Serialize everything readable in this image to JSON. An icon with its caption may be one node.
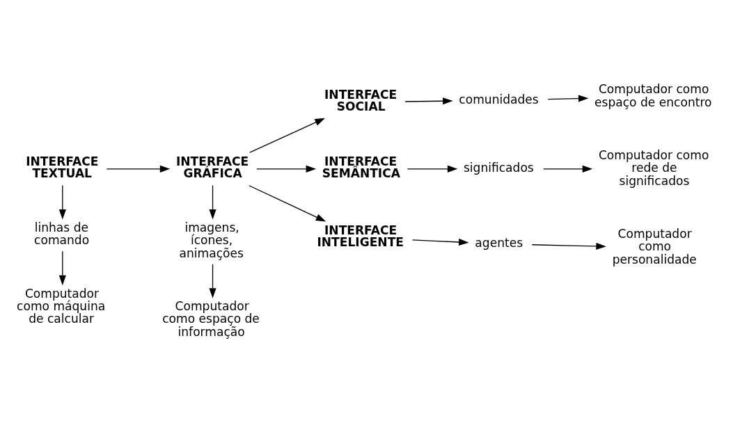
{
  "diagram": {
    "nodes": [
      {
        "text": [
          "INTERFACE TEXTUAL"
        ]
      },
      {
        "text": [
          "INTERFACE GRÁFICA"
        ]
      },
      {
        "text": [
          "INTERFACE SOCIAL"
        ]
      },
      {
        "text": [
          "comunidades"
        ]
      },
      {
        "text": [
          "Computador como espaço de encontro"
        ]
      },
      {
        "text": [
          "INTERFACE SEMÂNTICA"
        ]
      },
      {
        "text": [
          "significados"
        ]
      },
      {
        "text": [
          "Computador como rede de significados"
        ]
      },
      {
        "text": [
          "INTERFACE INTELIGENTE"
        ]
      },
      {
        "text": [
          "agentes"
        ]
      },
      {
        "text": [
          "Computador como personalidade"
        ]
      },
      {
        "text": [
          "linhas de comando"
        ]
      },
      {
        "text": [
          "imagens, ícones, animações"
        ]
      },
      {
        "text": [
          "Computador como máquina de calcular"
        ]
      },
      {
        "text": [
          "Computador como espaço de informação"
        ]
      }
    ],
    "edges": [
      {
        "from": 0,
        "to": 1,
        "arrow": "to"
      },
      {
        "from": 1,
        "to": 2,
        "arrow": "to"
      },
      {
        "from": 1,
        "to": 5,
        "arrow": "to"
      },
      {
        "from": 1,
        "to": 8,
        "arrow": "to"
      },
      {
        "from": 2,
        "to": 3,
        "arrow": "to"
      },
      {
        "from": 3,
        "to": 4,
        "arrow": "to"
      },
      {
        "from": 5,
        "to": 6,
        "arrow": "to"
      },
      {
        "from": 6,
        "to": 7,
        "arrow": "to"
      },
      {
        "from": 8,
        "to": 9,
        "arrow": "to"
      },
      {
        "from": 9,
        "to": 10,
        "arrow": "to"
      },
      {
        "from": 0,
        "to": 11,
        "arrow": "to"
      },
      {
        "from": 11,
        "to": 13,
        "arrow": "to"
      },
      {
        "from": 1,
        "to": 12,
        "arrow": "to"
      },
      {
        "from": 12,
        "to": 14,
        "arrow": "to"
      }
    ]
  }
}
